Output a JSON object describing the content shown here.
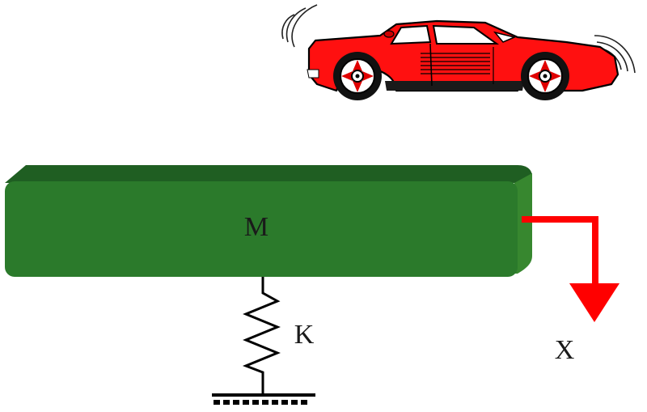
{
  "labels": {
    "mass": "M",
    "spring_constant": "K",
    "displacement": "X"
  },
  "colors": {
    "beam_front": "#2b7a2b",
    "beam_top": "#1f5e22",
    "beam_side": "#37872f",
    "arrow": "#ff0000",
    "car_body": "#ff1010",
    "car_outline": "#000000",
    "spring": "#000000"
  },
  "icons": {
    "car": "sports-car-icon",
    "ground": "fixed-ground-hatch-icon"
  }
}
